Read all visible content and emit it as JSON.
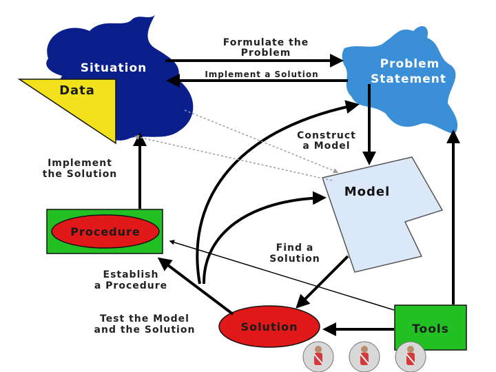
{
  "nodes": {
    "situation": "Situation",
    "data": "Data",
    "problem_statement_line1": "Problem",
    "problem_statement_line2": "Statement",
    "model": "Model",
    "procedure": "Procedure",
    "solution": "Solution",
    "tools": "Tools"
  },
  "edges": {
    "formulate_line1": "Formulate the",
    "formulate_line2": "Problem",
    "implement_a_solution": "Implement a Solution",
    "construct_line1": "Construct",
    "construct_line2": "a Model",
    "implement_the_line1": "Implement",
    "implement_the_line2": "the Solution",
    "find_line1": "Find a",
    "find_line2": "Solution",
    "establish_line1": "Establish",
    "establish_line2": "a Procedure",
    "test_line1": "Test the Model",
    "test_line2": "and the Solution"
  },
  "colors": {
    "situation_blob": "#0b1f8c",
    "data_triangle": "#f2e21c",
    "problem_blob": "#3a8fd6",
    "model_shape": "#dbe8f7",
    "procedure_box": "#22c022",
    "solution_oval": "#e01818",
    "tools_box": "#22c022",
    "arrow": "#000000"
  },
  "icons": [
    "person-icon",
    "person-icon",
    "person-icon"
  ]
}
